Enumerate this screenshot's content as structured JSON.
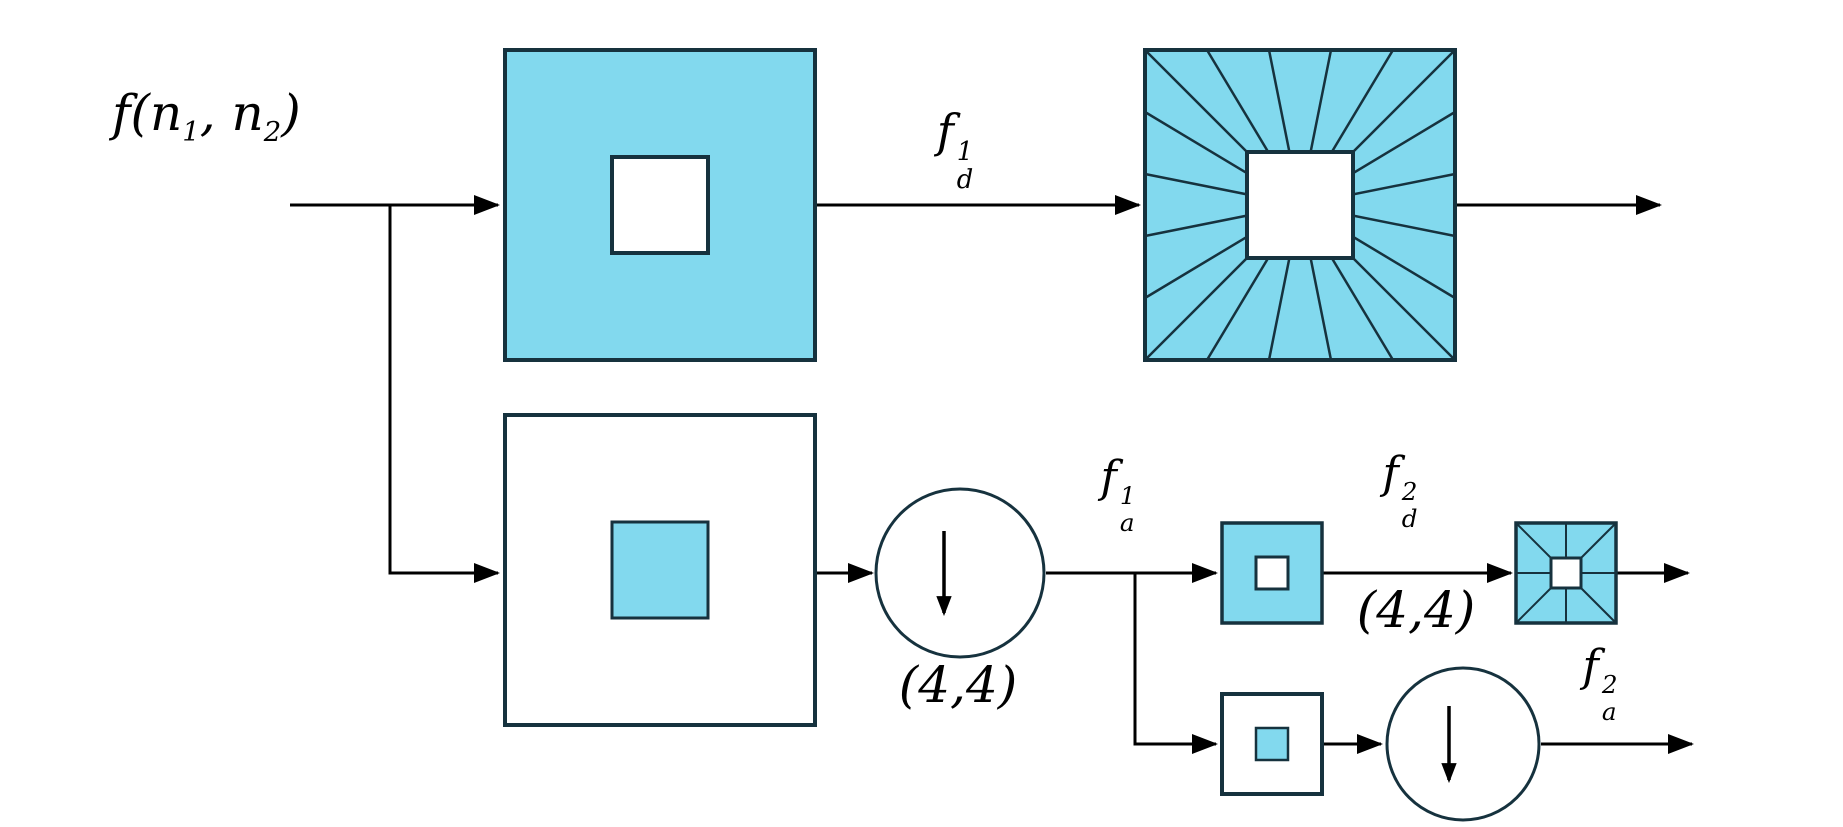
{
  "labels": {
    "input": {
      "p1": "f(n",
      "s1": "1",
      "p2": ", n",
      "s2": "2",
      "p3": ")"
    },
    "fd1": {
      "base": "f",
      "sup": "1",
      "sub": "d"
    },
    "fa1": {
      "base": "f",
      "sup": "1",
      "sub": "a"
    },
    "fd2": {
      "base": "f",
      "sup": "2",
      "sub": "d"
    },
    "fa2": {
      "base": "f",
      "sup": "2",
      "sub": "a"
    },
    "downsampler1": "(4,4)",
    "downsampler2": "(4,4)"
  },
  "colors": {
    "fill": "#82D9EE",
    "stroke": "#16323E",
    "line": "#000000",
    "background": "#FFFFFF"
  }
}
